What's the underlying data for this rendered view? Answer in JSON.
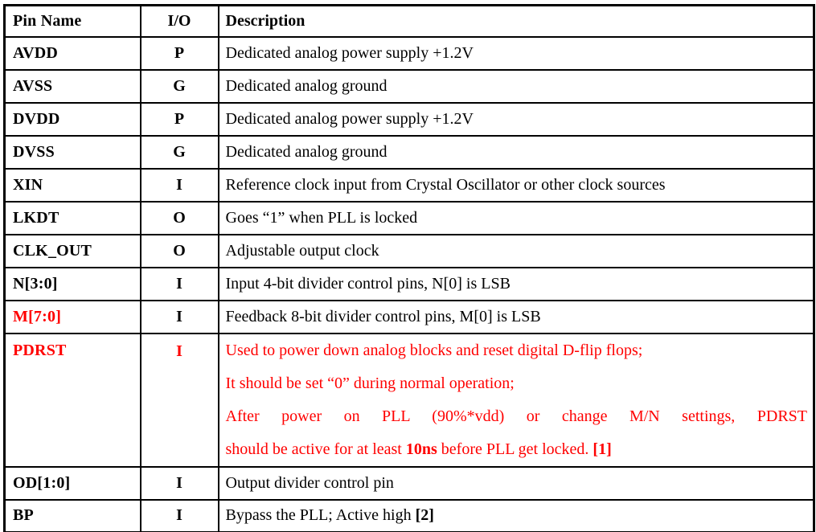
{
  "colors": {
    "text": "#000000",
    "highlight": "#FF0000",
    "border": "#000000",
    "background": "#FFFFFF"
  },
  "table": {
    "columns": [
      "Pin Name",
      "I/O",
      "Description"
    ],
    "rows": [
      {
        "pin": "AVDD",
        "io": "P",
        "desc": "Dedicated analog power supply +1.2V"
      },
      {
        "pin": "AVSS",
        "io": "G",
        "desc": "Dedicated analog ground"
      },
      {
        "pin": "DVDD",
        "io": "P",
        "desc": "Dedicated analog power supply +1.2V"
      },
      {
        "pin": "DVSS",
        "io": "G",
        "desc": "Dedicated analog ground"
      },
      {
        "pin": "XIN",
        "io": "I",
        "desc": "Reference clock input from Crystal Oscillator or other clock sources"
      },
      {
        "pin": "LKDT",
        "io": "O",
        "desc": "Goes “1” when PLL is locked"
      },
      {
        "pin": "CLK_OUT",
        "io": "O",
        "desc": "Adjustable output clock"
      },
      {
        "pin": "N[3:0]",
        "io": "I",
        "desc": "Input 4-bit divider control pins, N[0] is LSB"
      },
      {
        "pin": "M[7:0]",
        "io": "I",
        "desc": "Feedback 8-bit divider control pins, M[0] is LSB",
        "pin_red": true
      },
      {
        "pin": "PDRST",
        "io": "I",
        "red": true,
        "desc_lines": [
          "Used to power down analog blocks and reset digital D-flip flops;",
          "It should be set “0” during normal operation;",
          "After power on PLL (90%*vdd) or change M/N settings, PDRST"
        ],
        "desc_line4": [
          "should be active for at least ",
          "10ns",
          " before PLL get locked. ",
          "[1]"
        ]
      },
      {
        "pin": "OD[1:0]",
        "io": "I",
        "desc": "Output divider control pin"
      },
      {
        "pin": "BP",
        "io": "I",
        "desc_segments": [
          "Bypass the PLL; Active high ",
          "[2]"
        ]
      }
    ]
  }
}
